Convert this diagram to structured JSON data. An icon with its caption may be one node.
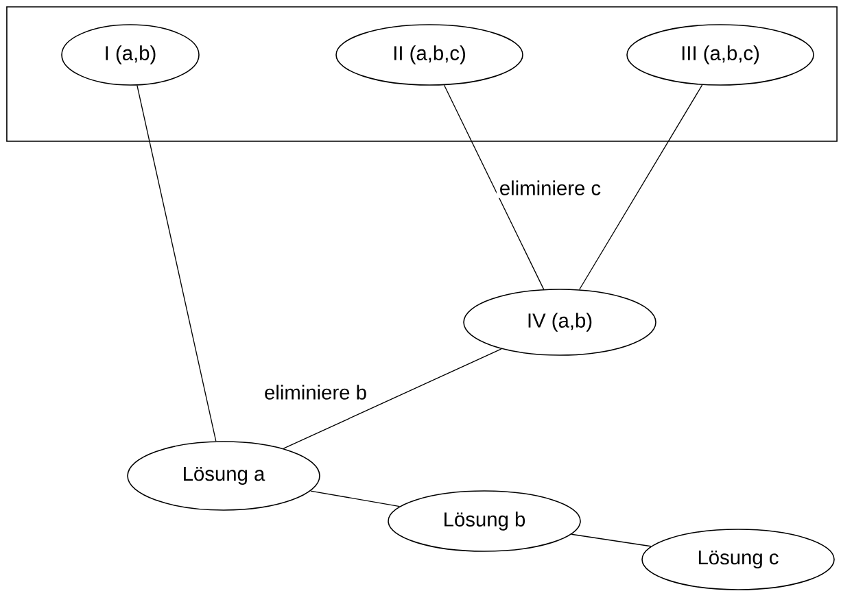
{
  "diagram": {
    "nodes": [
      {
        "text": [],
        "shape": "box"
      },
      {
        "text": [
          "I (a,b)"
        ],
        "in": 0
      },
      {
        "text": [
          "II (a,b,c)"
        ],
        "in": 0
      },
      {
        "text": [
          "III (a,b,c)"
        ],
        "in": 0
      },
      {
        "text": [
          "IV (a,b)"
        ]
      },
      {
        "text": [
          "Lösung a"
        ]
      },
      {
        "text": [
          "Lösung b"
        ]
      },
      {
        "text": [
          "Lösung c"
        ]
      }
    ],
    "edges": [
      {
        "from": 1,
        "to": 5,
        "arrow": "none"
      },
      {
        "from": 2,
        "to": 4,
        "arrow": "none",
        "label": "eliminiere c"
      },
      {
        "from": 3,
        "to": 4,
        "arrow": "none"
      },
      {
        "from": 4,
        "to": 5,
        "arrow": "none",
        "label": "eliminiere b"
      },
      {
        "from": 5,
        "to": 6,
        "arrow": "none"
      },
      {
        "from": 6,
        "to": 7,
        "arrow": "none"
      }
    ]
  }
}
